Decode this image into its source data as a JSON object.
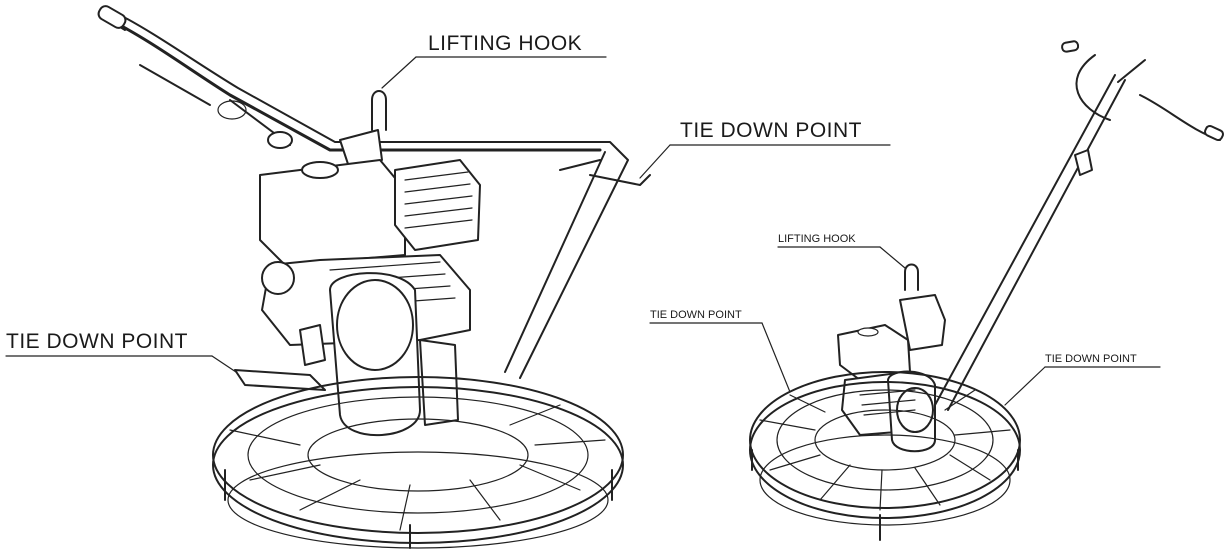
{
  "callouts": {
    "left_lifting_hook": "LIFTING HOOK",
    "left_tie_down_right": "TIE DOWN POINT",
    "left_tie_down_left": "TIE DOWN POINT",
    "right_lifting_hook": "LIFTING HOOK",
    "right_tie_down_left": "TIE DOWN POINT",
    "right_tie_down_right": "TIE DOWN POINT"
  },
  "colors": {
    "line": "#222222",
    "background": "#ffffff"
  }
}
